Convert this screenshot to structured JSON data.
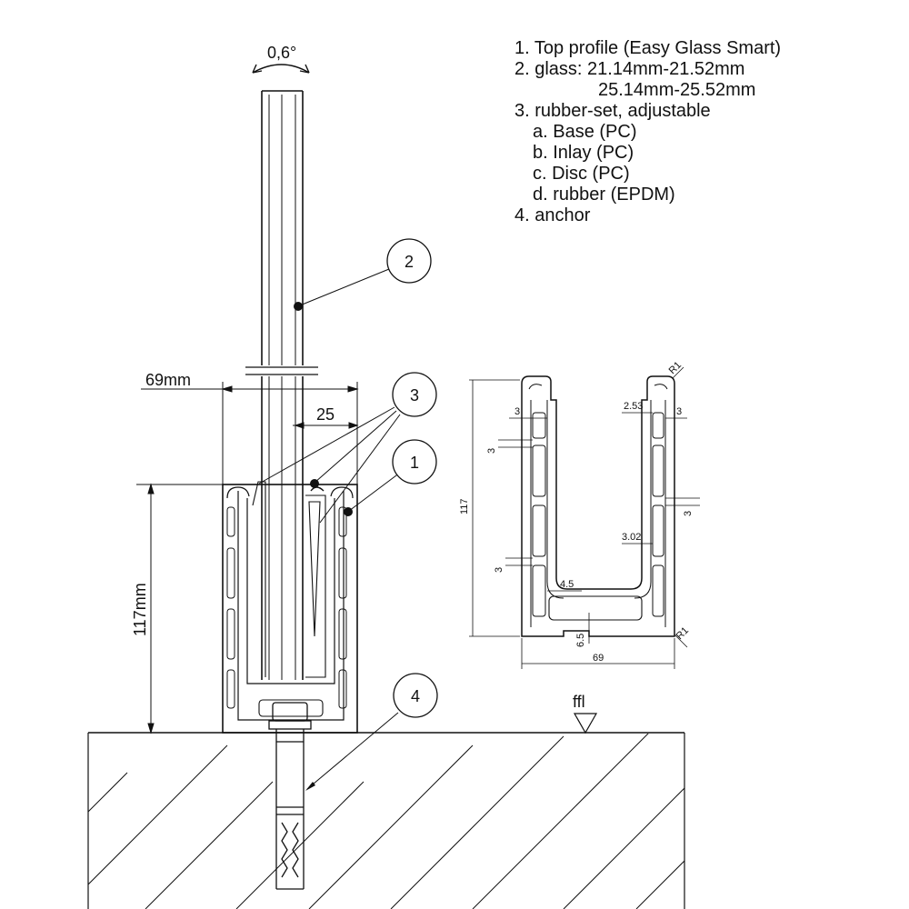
{
  "legend": {
    "item1": "1. Top profile (Easy Glass Smart)",
    "item2": "2. glass: 21.14mm-21.52mm",
    "item2b": "25.14mm-25.52mm",
    "item3": "3. rubber-set, adjustable",
    "item3a": "a. Base (PC)",
    "item3b": "b. Inlay (PC)",
    "item3c": "c. Disc (PC)",
    "item3d": "d. rubber (EPDM)",
    "item4": "4. anchor"
  },
  "main_view": {
    "tilt_angle": "0,6°",
    "width_label": "69mm",
    "gap_label": "25",
    "height_label": "117mm",
    "floor_label": "ffl",
    "callouts": [
      "1",
      "2",
      "3",
      "4"
    ]
  },
  "section_view": {
    "height": "117",
    "width": "69",
    "radius_top": "R1",
    "radius_bottom": "R1",
    "wall_left_top": "3",
    "wall_left_mid": "3",
    "wall_left_low": "3",
    "wall_right_top_inner": "2.53",
    "wall_right_top": "3",
    "wall_right_mid": "3",
    "wall_right_low": "3.02",
    "base_gap": "4.5",
    "base_height": "6.5"
  }
}
